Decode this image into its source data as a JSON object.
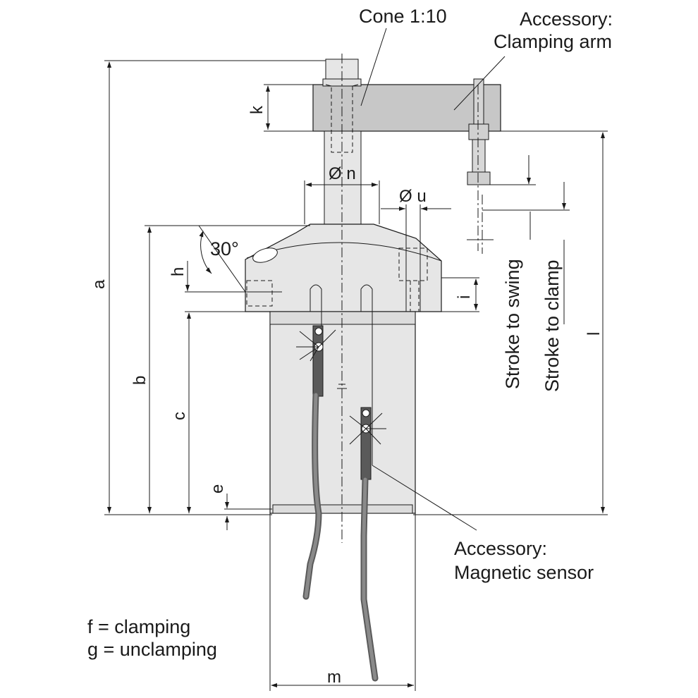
{
  "labels": {
    "cone": "Cone 1:10",
    "clamping_arm_1": "Accessory:",
    "clamping_arm_2": "Clamping arm",
    "magnetic_sensor_1": "Accessory:",
    "magnetic_sensor_2": "Magnetic sensor",
    "stroke_swing": "Stroke to swing",
    "stroke_clamp": "Stroke to clamp",
    "angle": "30°",
    "dim_a": "a",
    "dim_b": "b",
    "dim_c": "c",
    "dim_e": "e",
    "dim_h": "h",
    "dim_i": "i",
    "dim_k": "k",
    "dim_l": "l",
    "dim_m": "m",
    "dim_n": "Ø n",
    "dim_u": "Ø u"
  },
  "legend": {
    "f": "f = clamping",
    "g": "g = unclamping"
  },
  "colors": {
    "body": "#e6e6e6",
    "arm": "#c7c7c7",
    "line": "#1a1a1a",
    "sensor": "#5a5a5a"
  }
}
